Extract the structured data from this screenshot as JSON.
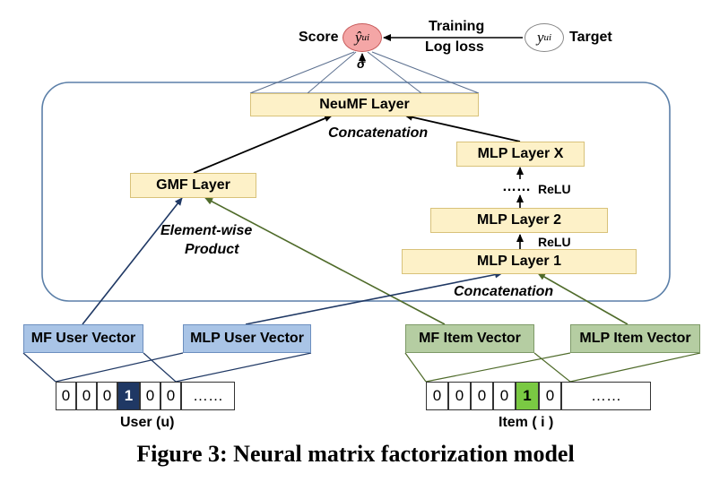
{
  "caption": "Figure 3: Neural matrix factorization model",
  "score": {
    "label": "Score",
    "symbol": "ŷ",
    "subscript": "ui",
    "sigma": "σ"
  },
  "target": {
    "label": "Target",
    "symbol": "y",
    "subscript": "ui"
  },
  "training": {
    "line1": "Training",
    "line2": "Log loss"
  },
  "layers": {
    "neumf": "NeuMF Layer",
    "gmf": "GMF Layer",
    "mlp_x": "MLP Layer X",
    "mlp_2": "MLP Layer 2",
    "mlp_1": "MLP Layer 1"
  },
  "annotations": {
    "concat_top": "Concatenation",
    "concat_bottom": "Concatenation",
    "elementwise_line1": "Element-wise",
    "elementwise_line2": "Product",
    "relu_top": "ReLU",
    "relu_bottom": "ReLU",
    "dots": "……"
  },
  "vectors": {
    "mf_user": "MF User Vector",
    "mlp_user": "MLP User Vector",
    "mf_item": "MF Item Vector",
    "mlp_item": "MLP Item Vector"
  },
  "user_input": {
    "label": "User (u)",
    "cells": [
      "0",
      "0",
      "0",
      "1",
      "0",
      "0",
      "……"
    ]
  },
  "item_input": {
    "label": "Item ( i )",
    "cells": [
      "0",
      "0",
      "0",
      "0",
      "1",
      "0",
      "……"
    ]
  },
  "colors": {
    "blue_line": "#1f3864",
    "green_line": "#4f6b2a",
    "score_fill": "#f4a6a6"
  }
}
